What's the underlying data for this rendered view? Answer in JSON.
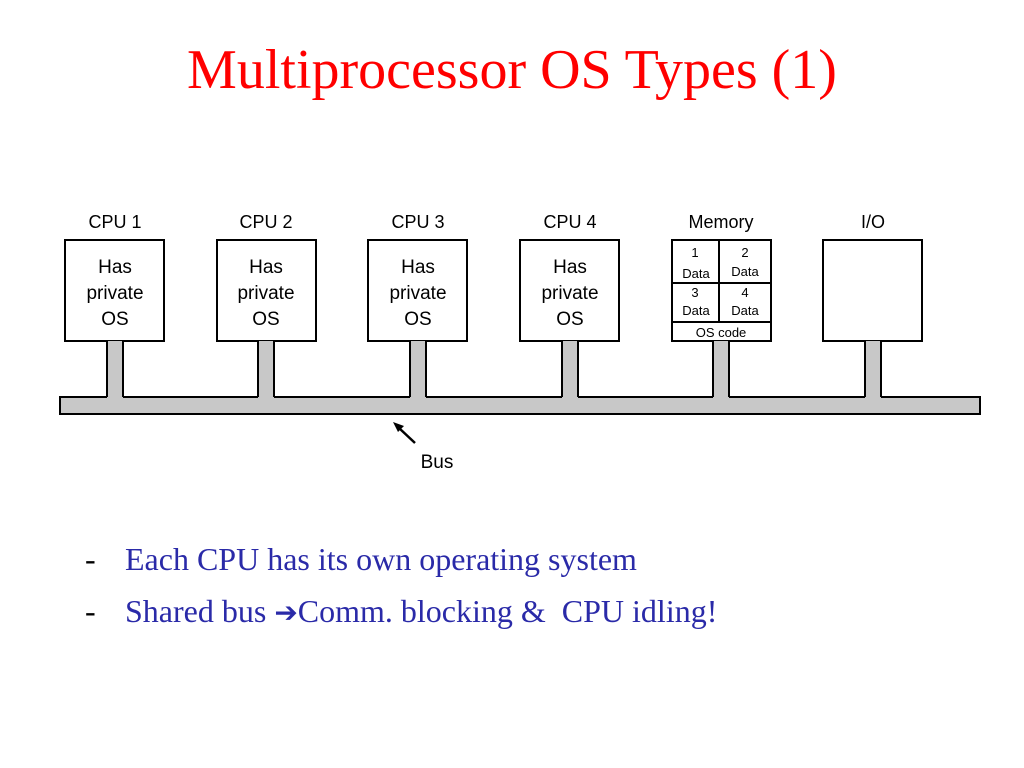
{
  "title": "Multiprocessor OS Types (1)",
  "colors": {
    "title": "#ff0000",
    "bullets": "#2a2aa8",
    "bus": "#c8c8c8",
    "line": "#000000"
  },
  "diagram": {
    "cpus": [
      {
        "label": "CPU 1",
        "lines": [
          "Has",
          "private",
          "OS"
        ]
      },
      {
        "label": "CPU 2",
        "lines": [
          "Has",
          "private",
          "OS"
        ]
      },
      {
        "label": "CPU 3",
        "lines": [
          "Has",
          "private",
          "OS"
        ]
      },
      {
        "label": "CPU 4",
        "lines": [
          "Has",
          "private",
          "OS"
        ]
      }
    ],
    "memory": {
      "label": "Memory",
      "cells": [
        {
          "num": "1",
          "text": "Data"
        },
        {
          "num": "2",
          "text": "Data"
        },
        {
          "num": "3",
          "text": "Data"
        },
        {
          "num": "4",
          "text": "Data"
        }
      ],
      "os_code": "OS code"
    },
    "io": {
      "label": "I/O"
    },
    "bus_label": "Bus"
  },
  "bullets": [
    {
      "dash": "-",
      "parts": [
        "Each CPU has its own operating system"
      ]
    },
    {
      "dash": "-",
      "parts": [
        "Shared bus ",
        "Comm. blocking &  CPU idling!"
      ],
      "arrow_icon": "right-arrow-icon",
      "arrow_glyph": "➔"
    }
  ]
}
